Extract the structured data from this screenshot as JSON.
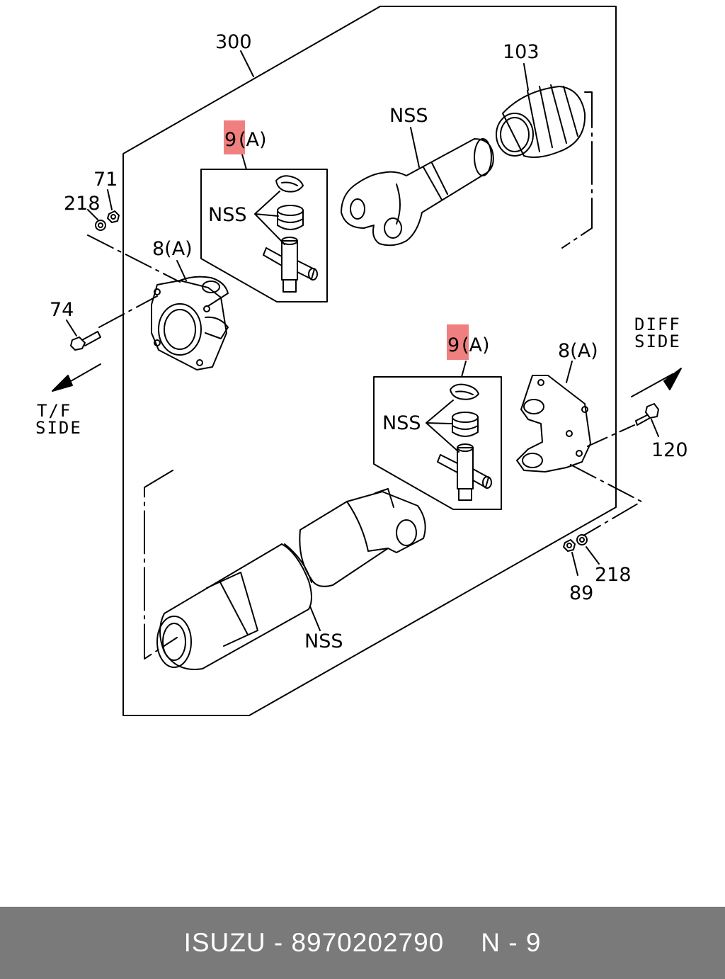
{
  "diagram": {
    "labels": {
      "assembly": "300",
      "boot": "103",
      "nss_yoke": "NSS",
      "kit_upper_num": "9",
      "kit_upper_suffix": "(A)",
      "kit_upper_nss": "NSS",
      "nut_71": "71",
      "washer_218_left": "218",
      "flange_yoke_left": "8(A)",
      "bolt_74": "74",
      "tf_side_line1": "T/F",
      "tf_side_line2": "SIDE",
      "diff_side_line1": "DIFF",
      "diff_side_line2": "SIDE",
      "kit_lower_num": "9",
      "kit_lower_suffix": "(A)",
      "kit_lower_nss": "NSS",
      "flange_yoke_right": "8(A)",
      "bolt_120": "120",
      "washer_218_right": "218",
      "nut_89": "89",
      "nss_shaft": "NSS"
    },
    "highlight_color": "#f08080"
  },
  "footer": {
    "brand": "ISUZU",
    "separator": " - ",
    "part_number": "8970202790",
    "page": "N - 9",
    "background": "#7a7a7a"
  }
}
